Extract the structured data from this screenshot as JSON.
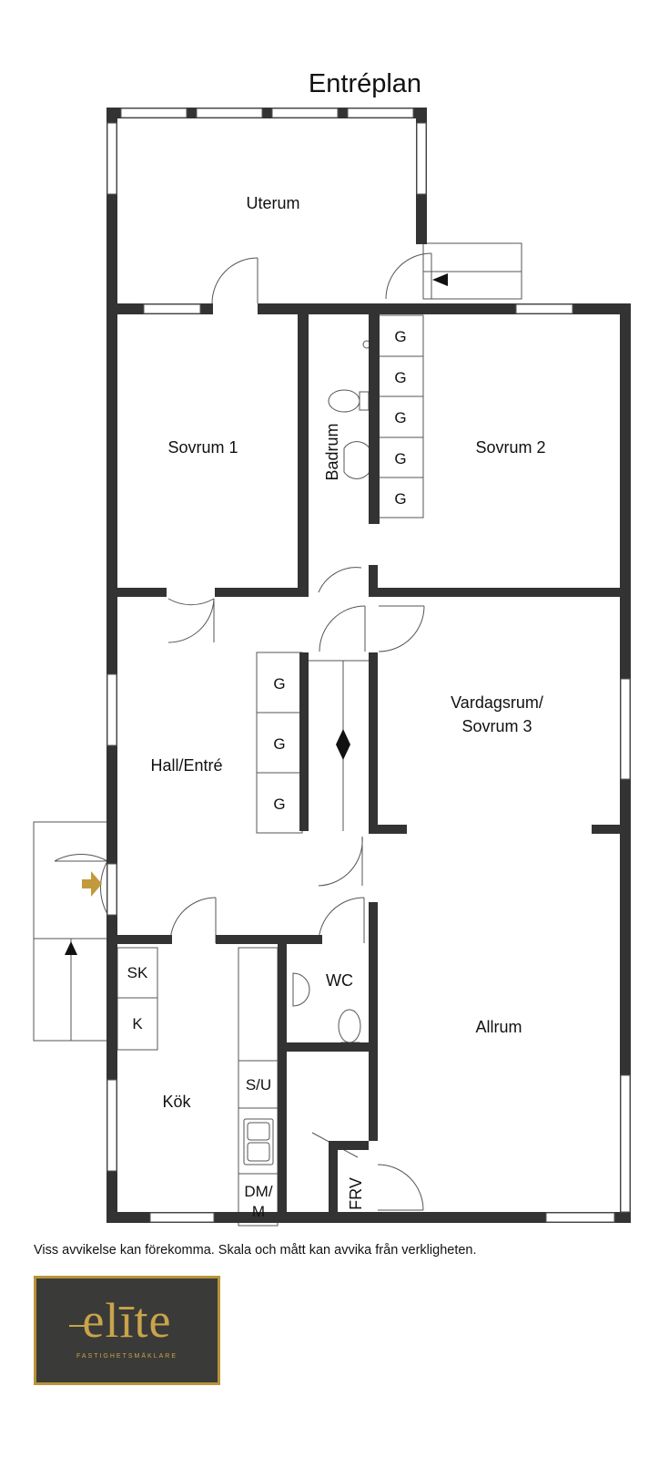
{
  "title": "Entréplan",
  "rooms": {
    "uterum": "Uterum",
    "sovrum1": "Sovrum 1",
    "sovrum2": "Sovrum 2",
    "badrum": "Badrum",
    "vardagsrum_line1": "Vardagsrum/",
    "vardagsrum_line2": "Sovrum 3",
    "hall": "Hall/Entré",
    "kok": "Kök",
    "wc": "WC",
    "allrum": "Allrum",
    "frv": "FRV"
  },
  "fixtures": {
    "wardrobe": "G",
    "sk": "SK",
    "k": "K",
    "su": "S/U",
    "dm_line1": "DM/",
    "dm_line2": "M"
  },
  "disclaimer": "Viss avvikelse kan förekomma. Skala och mått kan avvika från verkligheten.",
  "logo": {
    "wordmark": "elīte",
    "tagline": "FASTIGHETSMÄKLARE"
  },
  "colors": {
    "wall": "#333333",
    "logo_bg": "#3a3a39",
    "logo_gold": "#c9a44a",
    "entrance_arrow": "#c19a3b"
  }
}
